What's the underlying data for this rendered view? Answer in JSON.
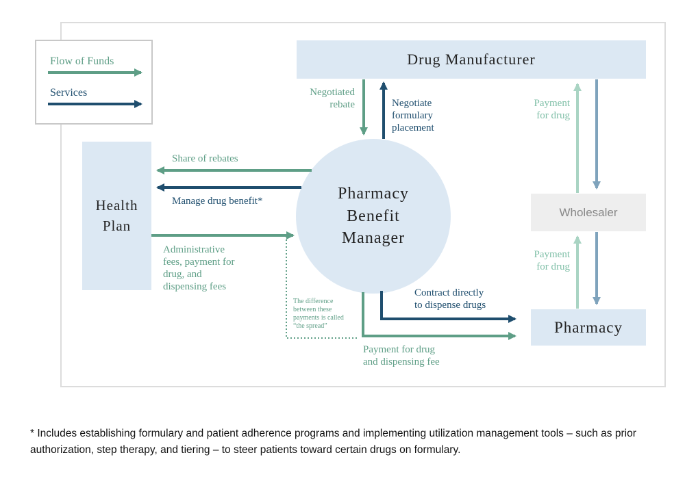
{
  "legend": {
    "funds_label": "Flow of Funds",
    "services_label": "Services"
  },
  "nodes": {
    "manufacturer": "Drug Manufacturer",
    "health_plan": "Health\nPlan",
    "pbm": "Pharmacy\nBenefit\nManager",
    "wholesaler": "Wholesaler",
    "pharmacy": "Pharmacy"
  },
  "labels": {
    "negotiated_rebate": "Negotiated\nrebate",
    "negotiate_formulary": "Negotiate\nformulary\nplacement",
    "share_of_rebates": "Share of rebates",
    "manage_drug_benefit": "Manage drug benefit*",
    "admin_fees": "Administrative\nfees, payment for\ndrug, and\ndispensing fees",
    "spread_note": "The difference\nbetween these\npayments is called\n“the spread”",
    "contract_directly": "Contract directly\nto dispense drugs",
    "payment_drug_fee": "Payment for drug\nand dispensing fee",
    "payment_for_drug_top": "Payment\nfor drug",
    "payment_for_drug_bottom": "Payment\nfor drug"
  },
  "colors": {
    "funds": "#5e9e86",
    "services": "#1f4e6e",
    "light_funds": "#a9d4c3",
    "light_services": "#7fa3bc",
    "node_fill": "#dce8f3",
    "wholesaler_fill": "#eeeeee"
  },
  "footnote": "* Includes establishing formulary and patient adherence programs and implementing utilization management tools – such as prior authorization, step therapy, and tiering – to steer patients toward certain drugs on formulary."
}
